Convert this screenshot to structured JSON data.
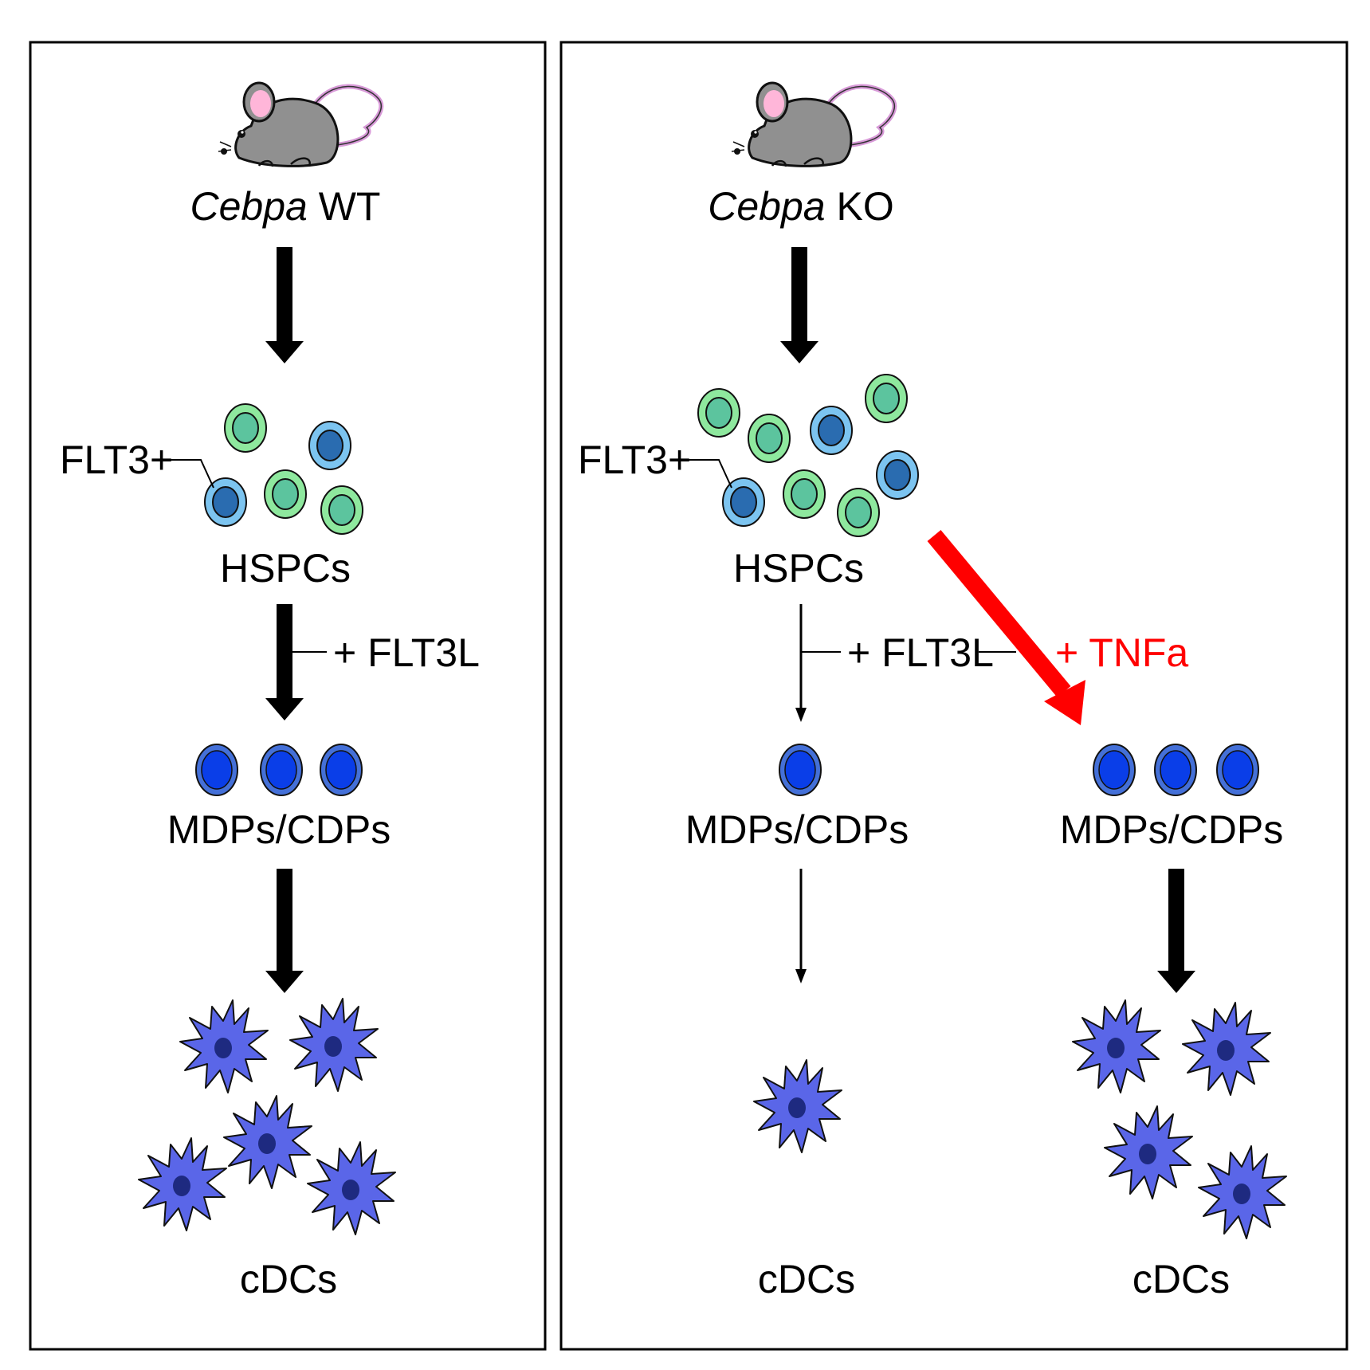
{
  "wt_panel": {
    "genotype_italic": "Cebpa",
    "genotype_suffix": " WT",
    "flt3_label": "FLT3+",
    "hspc_label": "HSPCs",
    "flt3l_label": "+ FLT3L",
    "progenitor_label": "MDPs/CDPs",
    "cdc_label": "cDCs"
  },
  "ko_panel": {
    "genotype_italic": "Cebpa",
    "genotype_suffix": " KO",
    "flt3_label": "FLT3+",
    "hspc_label": "HSPCs",
    "flt3l_label": "+ FLT3L",
    "tnfa_label": "+ TNFa",
    "progenitor_label_left": "MDPs/CDPs",
    "progenitor_label_right": "MDPs/CDPs",
    "cdc_label_left": "cDCs",
    "cdc_label_right": "cDCs"
  },
  "colors": {
    "arrow": "#000000",
    "tnfa_arrow": "#ff0000",
    "tnfa_text": "#ff0000",
    "hspc_green_outer": "#8ee89e",
    "hspc_green_inner": "#5cc49e",
    "hspc_blue_outer": "#7cc4f0",
    "hspc_blue_inner": "#2a6cb0",
    "progenitor_outer": "#4470d8",
    "progenitor_inner": "#0a3ee8",
    "cdc_body": "#5a66e8",
    "cdc_nucleus": "#1e2a80",
    "mouse_body": "#909090",
    "mouse_ear": "#ffb6d9",
    "mouse_tail": "#d89ad8"
  }
}
